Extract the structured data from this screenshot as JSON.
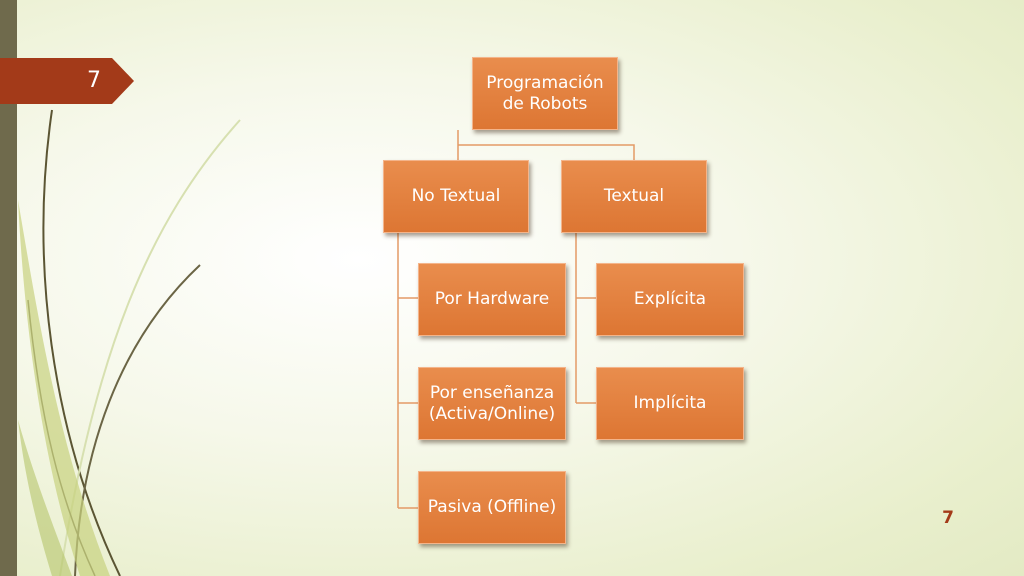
{
  "slide": {
    "tag_number": "7",
    "page_number": "7"
  },
  "colors": {
    "node_fill": "#e17f3c",
    "node_border": "#f4b48a",
    "connector": "#e49a66",
    "tag_fill": "#a33a19",
    "left_bar": "#6f6a4c",
    "page_number": "#a33a19"
  },
  "diagram": {
    "root": {
      "label": "Programación\nde Robots"
    },
    "branches": [
      {
        "label": "No Textual",
        "children": [
          {
            "label": "Por Hardware"
          },
          {
            "label": "Por enseñanza\n(Activa/Online)"
          },
          {
            "label": "Pasiva (Offline)"
          }
        ]
      },
      {
        "label": "Textual",
        "children": [
          {
            "label": "Explícita"
          },
          {
            "label": "Implícita"
          }
        ]
      }
    ]
  }
}
